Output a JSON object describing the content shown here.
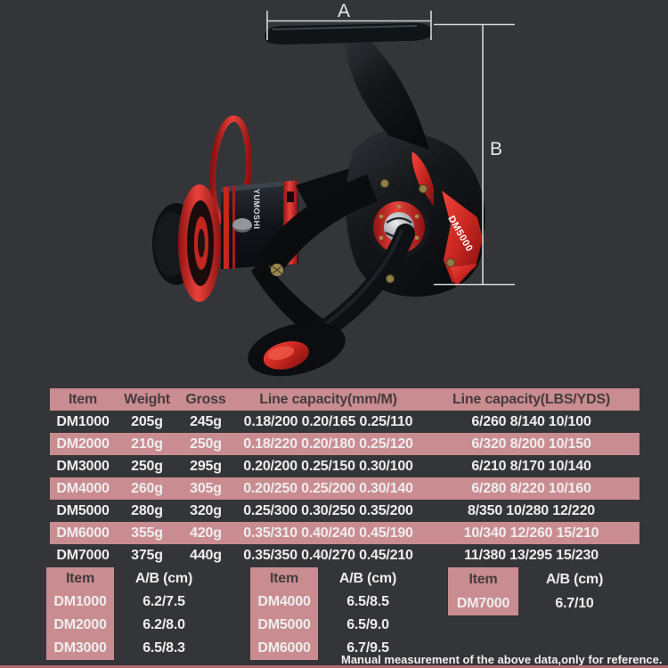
{
  "colors": {
    "background": "#343538",
    "accent_pink": "#c98c90",
    "accent_red": "#c6261f",
    "header_text": "#443c3e",
    "row_text": "#efedee",
    "dimension_line": "#d6d6d6",
    "bottom_strip": "#b06b70"
  },
  "diagram": {
    "label_a": "A",
    "label_b": "B"
  },
  "reel": {
    "model": "DM5000",
    "brand": "YUMOSHI"
  },
  "spec_table": {
    "headers": [
      "Item",
      "Weight",
      "Gross",
      "Line capacity(mm/M)",
      "Line capacity(LBS/YDS)"
    ],
    "rows": [
      [
        "DM1000",
        "205g",
        "245g",
        "0.18/200 0.20/165 0.25/110",
        "6/260 8/140 10/100"
      ],
      [
        "DM2000",
        "210g",
        "250g",
        "0.18/220 0.20/180 0.25/120",
        "6/320 8/200 10/150"
      ],
      [
        "DM3000",
        "250g",
        "295g",
        "0.20/200 0.25/150 0.30/100",
        "6/210 8/170 10/140"
      ],
      [
        "DM4000",
        "260g",
        "305g",
        "0.20/250 0.25/200 0.30/140",
        "6/280 8/220 10/160"
      ],
      [
        "DM5000",
        "280g",
        "320g",
        "0.25/300 0.30/250 0.35/200",
        "8/350 10/280 12/220"
      ],
      [
        "DM6000",
        "355g",
        "420g",
        "0.35/310 0.40/240 0.45/190",
        "10/340 12/260 15/210"
      ],
      [
        "DM7000",
        "375g",
        "440g",
        "0.35/350 0.40/270 0.45/210",
        "11/380 13/295 15/230"
      ]
    ]
  },
  "size_tables": [
    {
      "item_header": "Item",
      "ab_header": "A/B (cm)",
      "rows": [
        [
          "DM1000",
          "6.2/7.5"
        ],
        [
          "DM2000",
          "6.2/8.0"
        ],
        [
          "DM3000",
          "6.5/8.3"
        ]
      ]
    },
    {
      "item_header": "Item",
      "ab_header": "A/B (cm)",
      "rows": [
        [
          "DM4000",
          "6.5/8.5"
        ],
        [
          "DM5000",
          "6.5/9.0"
        ],
        [
          "DM6000",
          "6.7/9.5"
        ]
      ]
    },
    {
      "item_header": "Item",
      "ab_header": "A/B (cm)",
      "rows": [
        [
          "DM7000",
          "6.7/10"
        ]
      ]
    }
  ],
  "footnote": "Manual measurement of the above data,only for reference."
}
